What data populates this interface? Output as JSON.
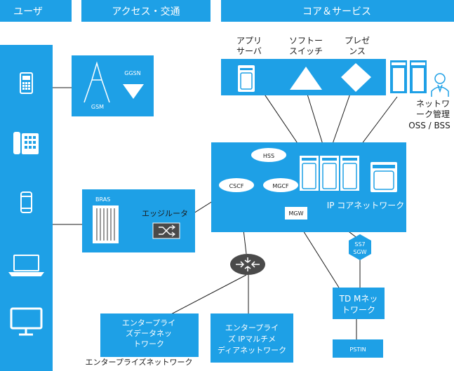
{
  "headers": {
    "user": "ユーザ",
    "access": "アクセス・交通",
    "core": "コア＆サービス"
  },
  "access": {
    "gsm": "GSM",
    "ggsn": "GGSN",
    "bras": "BRAS",
    "edge_router": "エッジルータ"
  },
  "core": {
    "app_server_line1": "アプリ",
    "app_server_line2": "サーバ",
    "softswitch_line1": "ソフトー",
    "softswitch_line2": "スイッチ",
    "presence_line1": "プレゼ",
    "presence_line2": "ンス",
    "oss_line1": "ネットワ",
    "oss_line2": "ーク管理",
    "oss_line3": "OSS / BSS",
    "hss": "HSS",
    "cscf": "CSCF",
    "mgcf": "MGCF",
    "mgw": "MGW",
    "ip_core": "IP コアネットワーク",
    "ss7_line1": "SS7",
    "ss7_line2": "SGW",
    "tdm_line1": "TD Mネッ",
    "tdm_line2": "トワーク",
    "pstn": "PSTIN"
  },
  "enterprise": {
    "data_line1": "エンタープライ",
    "data_line2": "ズデータネッ",
    "data_line3": "トワーク",
    "ipm_line1": "エンタープライ",
    "ipm_line2": "ズ IPマルチメ",
    "ipm_line3": "ディアネットワーク",
    "caption": "エンタープライズネットワーク"
  },
  "colors": {
    "primary_blue": "#1ea0e6",
    "line": "#1a1a1a",
    "white": "#ffffff"
  },
  "icons": [
    "feature-phone-icon",
    "desk-phone-icon",
    "smartphone-icon",
    "laptop-icon",
    "monitor-icon",
    "router-icon",
    "server-icon",
    "triangle-icon",
    "diamond-icon",
    "person-icon"
  ]
}
